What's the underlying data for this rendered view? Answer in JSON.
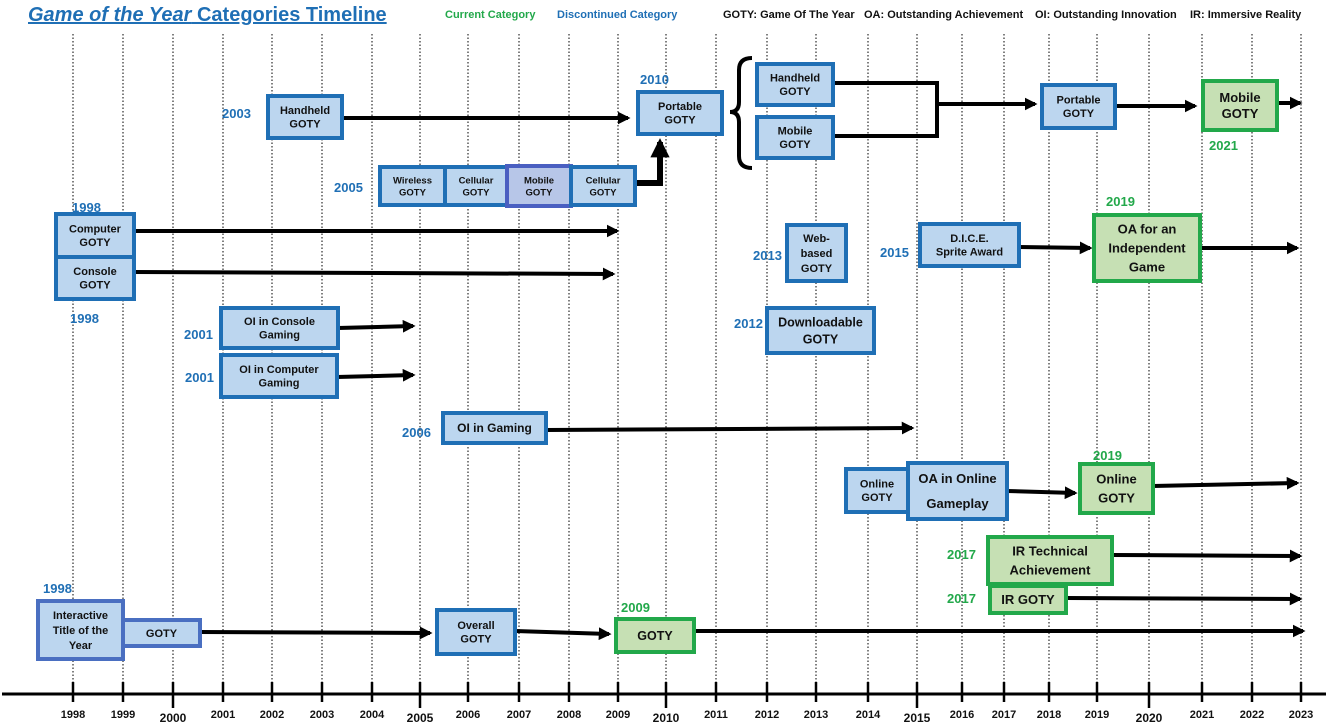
{
  "title": {
    "italic": "Game of the Year",
    "rest": " Categories Timeline"
  },
  "legend": {
    "current": "Current Category",
    "discontinued": "Discontinued Category",
    "goty": "GOTY: Game Of The Year",
    "oa": "OA: Outstanding Achievement",
    "oi": "OI: Outstanding Innovation",
    "ir": "IR: Immersive Reality"
  },
  "colors": {
    "current": "#22a84a",
    "discontinued": "#1f6fb5",
    "box_fill_blue": "#bcd6ef",
    "box_fill_green": "#c6e0b4"
  },
  "years": [
    "1998",
    "1999",
    "2000",
    "2001",
    "2002",
    "2003",
    "2004",
    "2005",
    "2006",
    "2007",
    "2008",
    "2009",
    "2010",
    "2011",
    "2012",
    "2013",
    "2014",
    "2015",
    "2016",
    "2017",
    "2018",
    "2019",
    "2020",
    "2021",
    "2022",
    "2023"
  ],
  "boxes": {
    "handheld_2003": [
      "Handheld",
      "GOTY"
    ],
    "portable_2010": [
      "Portable",
      "GOTY"
    ],
    "handheld_2012": [
      "Handheld",
      "GOTY"
    ],
    "mobile_2012": [
      "Mobile",
      "GOTY"
    ],
    "portable_2018": [
      "Portable",
      "GOTY"
    ],
    "mobile_2021": [
      "Mobile",
      "GOTY"
    ],
    "wireless": [
      "Wireless",
      "GOTY"
    ],
    "cellular_a": [
      "Cellular",
      "GOTY"
    ],
    "mobile_2005": [
      "Mobile",
      "GOTY"
    ],
    "cellular_b": [
      "Cellular",
      "GOTY"
    ],
    "computer": [
      "Computer",
      "GOTY"
    ],
    "console": [
      "Console",
      "GOTY"
    ],
    "web": [
      "Web-",
      "based",
      "GOTY"
    ],
    "dice": [
      "D.I.C.E.",
      "Sprite Award"
    ],
    "oa_indie": [
      "OA for an",
      "Independent",
      "Game"
    ],
    "oi_console": [
      "OI in Console",
      "Gaming"
    ],
    "oi_computer": [
      "OI in Computer",
      "Gaming"
    ],
    "downloadable": [
      "Downloadable",
      "GOTY"
    ],
    "oi_gaming": [
      "OI in Gaming"
    ],
    "online_goty": [
      "Online",
      "GOTY"
    ],
    "oa_online": [
      "OA in Online",
      "Gameplay"
    ],
    "online_2019": [
      "Online",
      "GOTY"
    ],
    "ir_tech": [
      "IR Technical",
      "Achievement"
    ],
    "ir_goty": [
      "IR GOTY"
    ],
    "interactive": [
      "Interactive",
      "Title of the",
      "Year"
    ],
    "goty_1999": [
      "GOTY"
    ],
    "overall": [
      "Overall",
      "GOTY"
    ],
    "goty_2009": [
      "GOTY"
    ]
  },
  "year_labels": {
    "y2003": "2003",
    "y2010": "2010",
    "y2021": "2021",
    "y2005": "2005",
    "y1998a": "1998",
    "y1998b": "1998",
    "y2013": "2013",
    "y2015": "2015",
    "y2019a": "2019",
    "y2001a": "2001",
    "y2001b": "2001",
    "y2012": "2012",
    "y2006": "2006",
    "y2019b": "2019",
    "y2017a": "2017",
    "y2017b": "2017",
    "y1998c": "1998",
    "y2009": "2009"
  }
}
